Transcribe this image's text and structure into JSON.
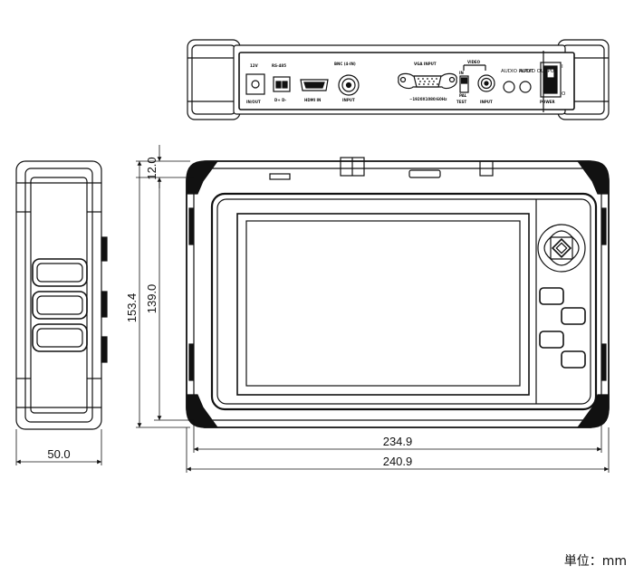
{
  "dimensions": {
    "height_total": "153.4",
    "height_inner": "139.0",
    "top_offset": "12.0",
    "width_inner": "234.9",
    "width_total": "240.9",
    "depth": "50.0"
  },
  "ports": {
    "dc_in_label": "12V",
    "dc_in_sub": "IN/OUT",
    "rs485_label": "RS-485",
    "rs485_sub": "D+ D-",
    "hdmi_sub": "HDMI IN",
    "bnc_label": "BNC (4-IN)",
    "bnc_sub": "INPUT",
    "vga_label": "VGA INPUT",
    "vga_sub": "~1920X1080/60Hz",
    "video_label": "VIDEO",
    "video_sw_top": "IN",
    "video_sw_bottom": "PAL",
    "video_sw_sub": "TEST",
    "video_sub": "INPUT",
    "audio_in": "AUDIO INPUT",
    "audio_out": "AUDIO OUTPUT",
    "power_sub": "POWER",
    "power_on": "I",
    "power_off": "O"
  },
  "unit_label": "単位：mm"
}
